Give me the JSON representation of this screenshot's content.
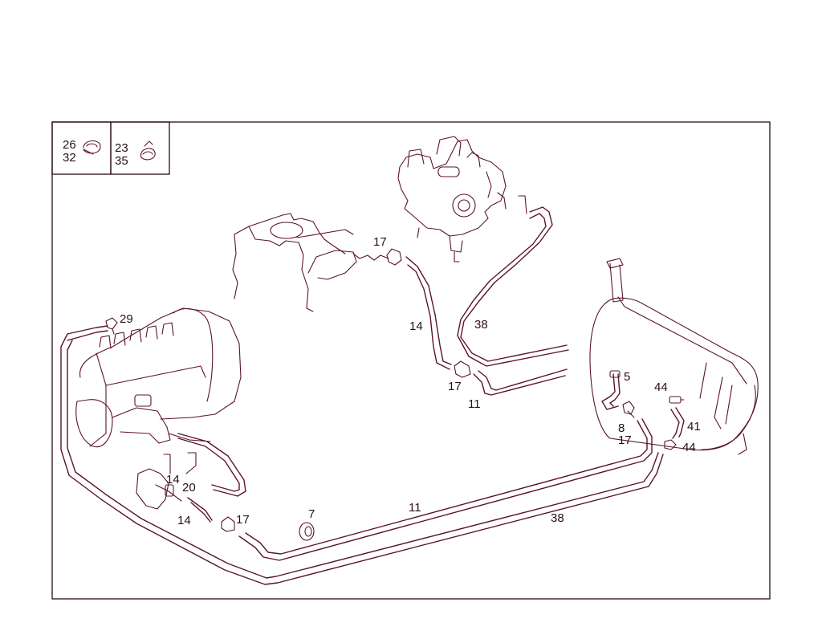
{
  "colors": {
    "ink": "#5a1428",
    "text": "#2a0e16",
    "background": "#ffffff"
  },
  "legend": {
    "box1": {
      "top": "26",
      "bottom": "32",
      "icon": "hose-clamp-icon"
    },
    "box2": {
      "top": "23",
      "bottom": "35",
      "icon": "spring-clamp-icon"
    }
  },
  "callouts": {
    "c17_top": "17",
    "c14_mid": "14",
    "c38_mid": "38",
    "c29": "29",
    "c17_mid": "17",
    "c11_mid": "11",
    "c5": "5",
    "c44_top": "44",
    "c8": "8",
    "c17_right": "17",
    "c41": "41",
    "c44_bottom": "44",
    "c14_left_a": "14",
    "c20": "20",
    "c14_left_b": "14",
    "c17_bottom": "17",
    "c7": "7",
    "c11_bottom": "11",
    "c38_bottom": "38"
  }
}
